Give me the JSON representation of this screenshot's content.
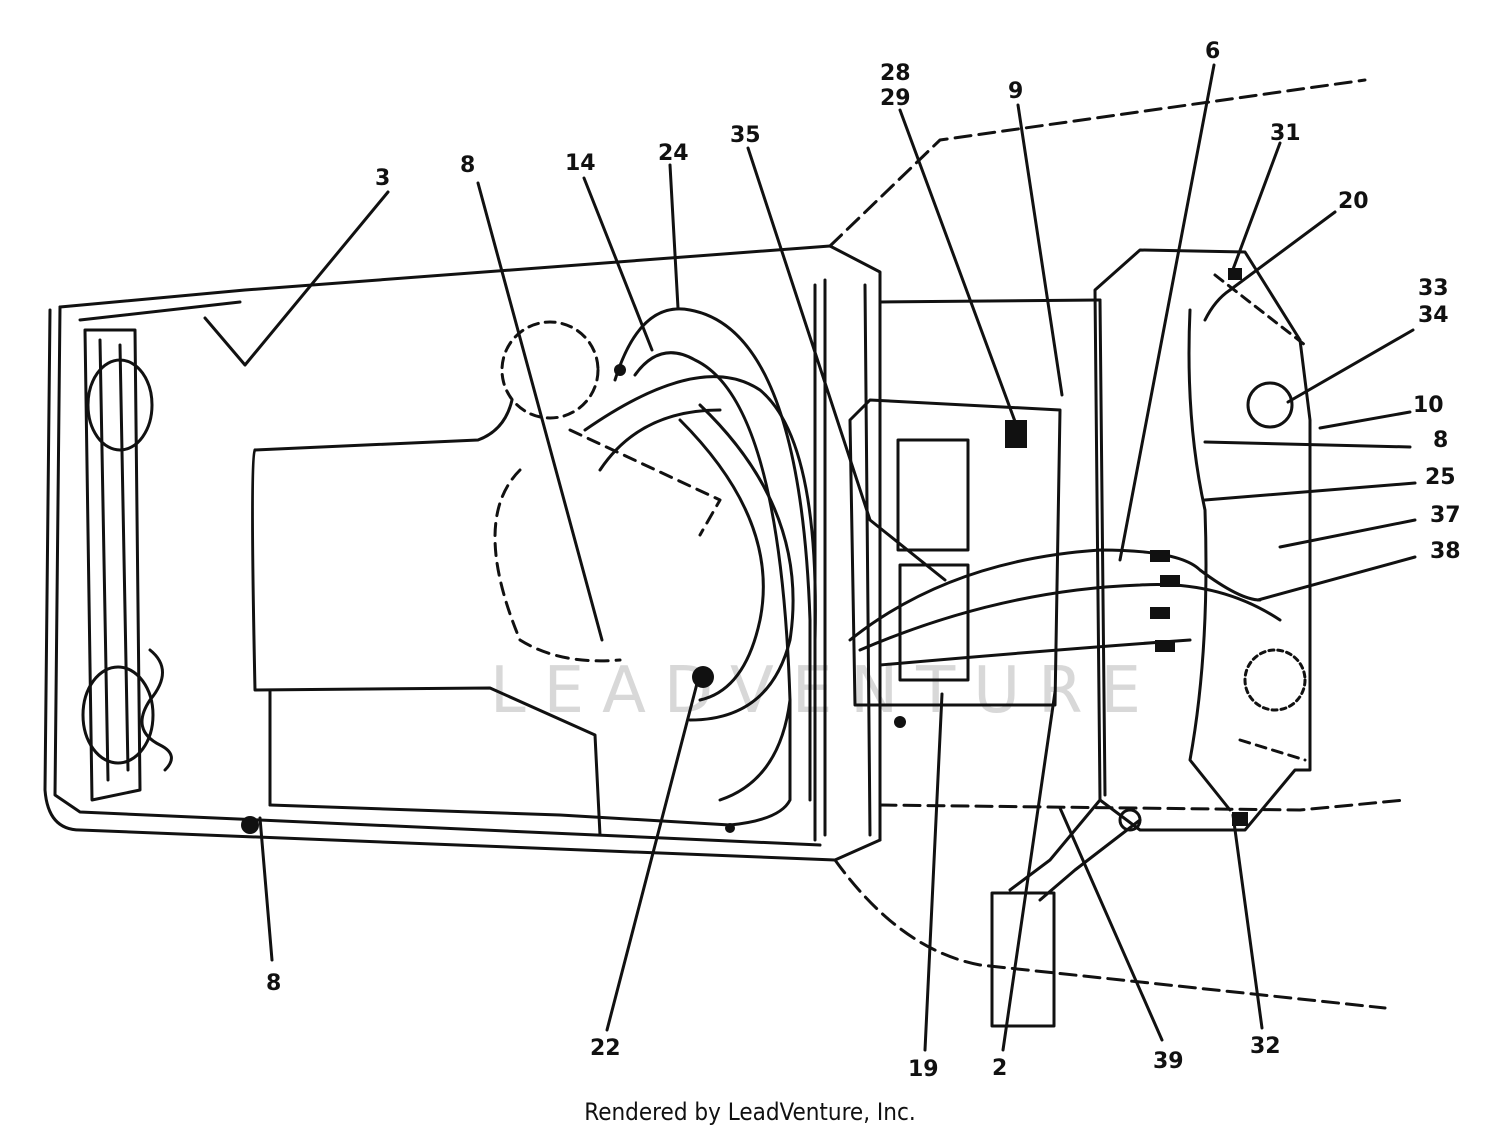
{
  "watermark": "LEADVENTURE",
  "footer": "Rendered by LeadVenture, Inc.",
  "callouts": [
    "3",
    "8",
    "14",
    "24",
    "35",
    "28",
    "29",
    "9",
    "6",
    "31",
    "20",
    "33",
    "34",
    "10",
    "8",
    "25",
    "37",
    "38",
    "8",
    "22",
    "19",
    "2",
    "39",
    "32"
  ]
}
